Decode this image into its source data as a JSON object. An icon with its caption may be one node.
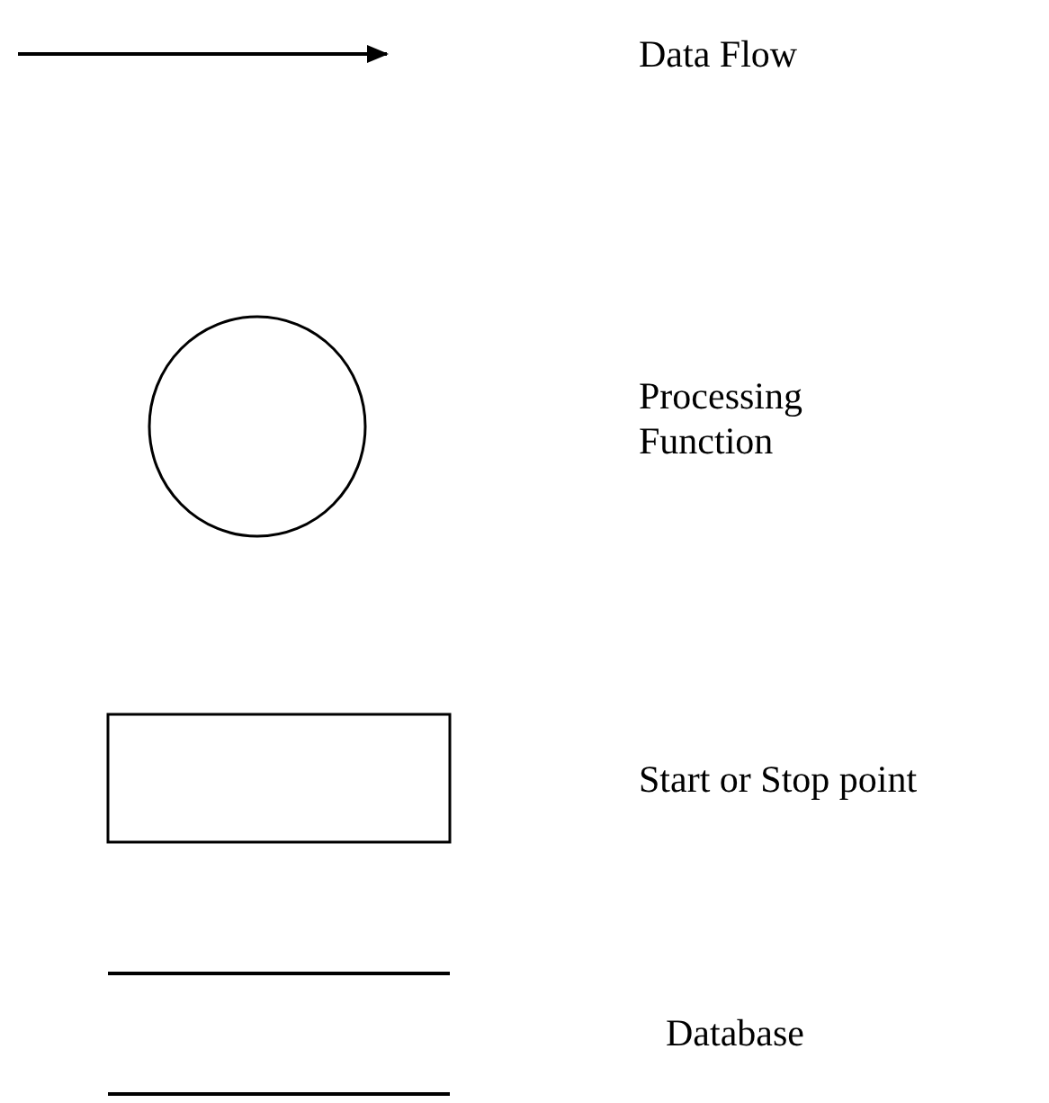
{
  "diagram": {
    "nodes": [
      {
        "text": [],
        "shape": "ellipse"
      },
      {
        "text": [],
        "shape": "box"
      }
    ],
    "legend": [
      {
        "text": "Data Flow"
      },
      {
        "text": "Processing Function"
      },
      {
        "text": "Start or Stop point"
      },
      {
        "text": "Database"
      }
    ]
  }
}
